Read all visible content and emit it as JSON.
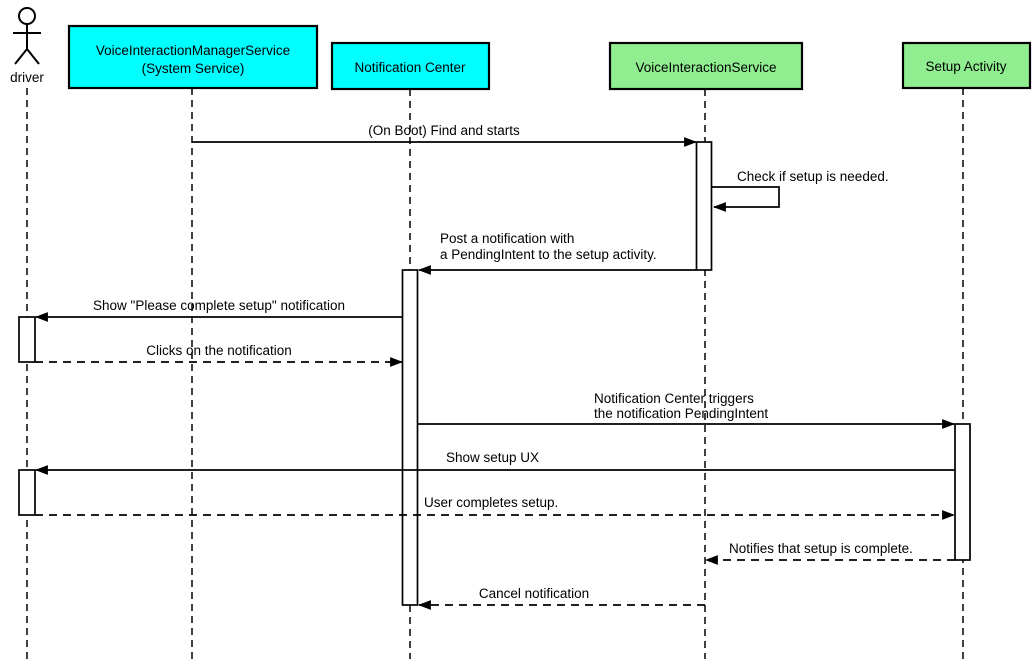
{
  "diagram": {
    "type": "uml-sequence-diagram",
    "actor": {
      "label": "driver"
    },
    "participants": [
      {
        "id": "voice-interaction-manager-service",
        "label_line1": "VoiceInteractionManagerService",
        "label_line2": "(System Service)",
        "fill": "#00ffff"
      },
      {
        "id": "notification-center",
        "label": "Notification Center",
        "fill": "#00ffff"
      },
      {
        "id": "voice-interaction-service",
        "label": "VoiceInteractionService",
        "fill": "#90ee90"
      },
      {
        "id": "setup-activity",
        "label": "Setup Activity",
        "fill": "#90ee90"
      }
    ],
    "messages": [
      {
        "from": "VoiceInteractionManagerService",
        "to": "VoiceInteractionService",
        "style": "solid",
        "text": "(On Boot) Find and starts"
      },
      {
        "from": "VoiceInteractionService",
        "to": "VoiceInteractionService",
        "style": "self",
        "text": "Check if setup is needed."
      },
      {
        "from": "VoiceInteractionService",
        "to": "Notification Center",
        "style": "solid",
        "text_line1": "Post a notification with",
        "text_line2": "a PendingIntent to the setup activity."
      },
      {
        "from": "Notification Center",
        "to": "driver",
        "style": "solid",
        "text": "Show \"Please complete setup\" notification"
      },
      {
        "from": "driver",
        "to": "Notification Center",
        "style": "dashed",
        "text": "Clicks on the notification"
      },
      {
        "from": "Notification Center",
        "to": "Setup Activity",
        "style": "solid",
        "text_line1": "Notification Center triggers",
        "text_line2": "the notification PendingIntent"
      },
      {
        "from": "Setup Activity",
        "to": "driver",
        "style": "solid",
        "text": "Show setup UX"
      },
      {
        "from": "driver",
        "to": "Setup Activity",
        "style": "dashed",
        "text": "User completes setup."
      },
      {
        "from": "Setup Activity",
        "to": "VoiceInteractionService",
        "style": "dashed",
        "text": "Notifies that setup is complete."
      },
      {
        "from": "VoiceInteractionService",
        "to": "Notification Center",
        "style": "dashed",
        "text": "Cancel notification"
      }
    ],
    "colors": {
      "participant_cyan": "#00ffff",
      "participant_green": "#90ee90",
      "stroke": "#000000",
      "background": "#ffffff"
    }
  }
}
